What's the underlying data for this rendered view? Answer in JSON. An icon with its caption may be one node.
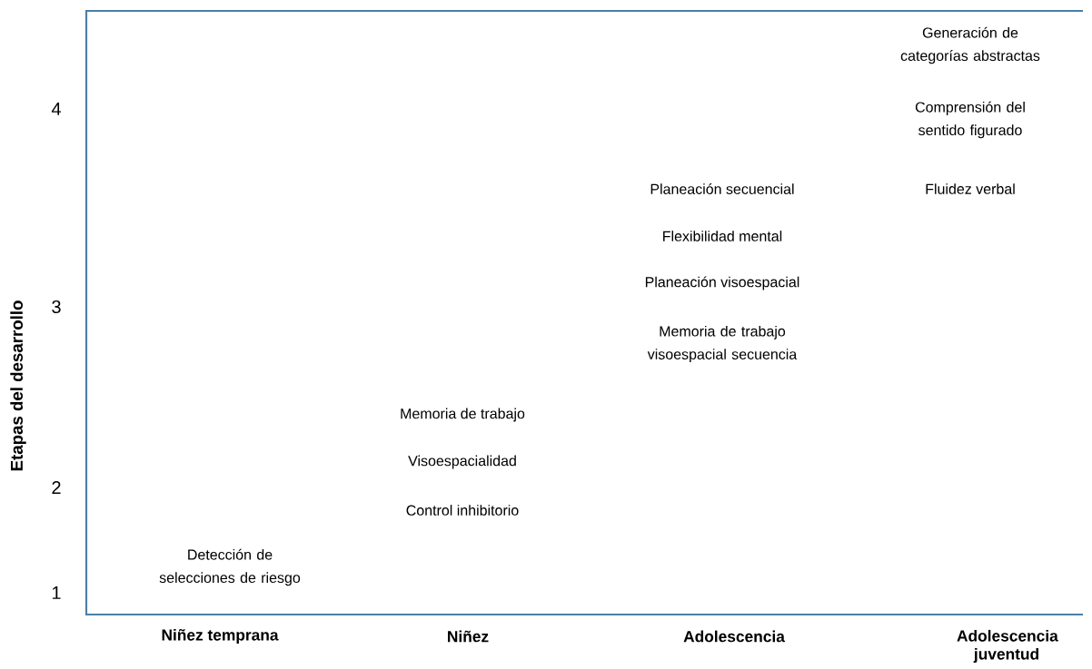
{
  "diagram": {
    "labels": [
      "Etapas del desarrollo",
      "4",
      "3",
      "2",
      "1",
      "Generación de categorías abstractas",
      "Comprensión del sentido figurado",
      "Planeación secuencial",
      "Fluidez verbal",
      "Flexibilidad mental",
      "Planeación visoespacial",
      "Memoria de trabajo visoespacial secuencia",
      "Memoria de trabajo",
      "Visoespacialidad",
      "Control inhibitorio",
      "Detección de selecciones de riesgo",
      "Niñez temprana",
      "Niñez",
      "Adolescencia",
      "Adolescencia juventud"
    ]
  }
}
